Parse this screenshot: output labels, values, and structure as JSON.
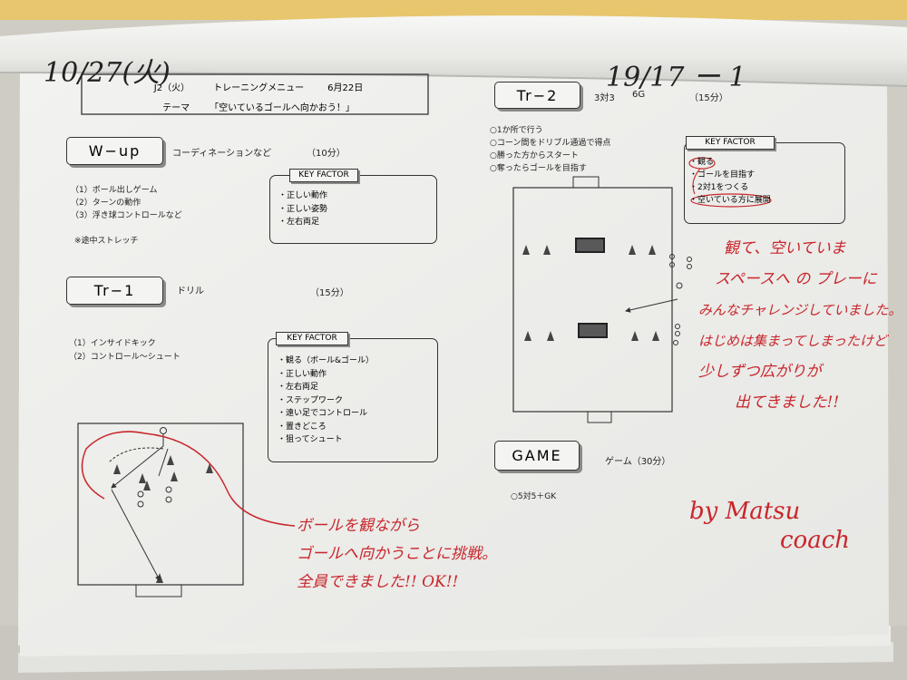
{
  "header": {
    "team": "J2（火）",
    "menu": "トレーニングメニュー",
    "date": "6月22日",
    "theme_label": "テーマ",
    "theme": "「空いているゴールへ向かおう！」"
  },
  "top_handwriting": {
    "left": "10/27(火)",
    "right": "19/17 ー 1"
  },
  "wup": {
    "label": "W−up",
    "desc": "コーディネーションなど",
    "time": "（10分）",
    "items": [
      "（1）ボール出しゲーム",
      "（2）ターンの動作",
      "（3）浮き球コントロールなど"
    ],
    "note": "※途中ストレッチ",
    "key_factor_title": "KEY FACTOR",
    "key_factors": [
      "正しい動作",
      "正しい姿勢",
      "左右両足"
    ]
  },
  "tr1": {
    "label": "Tr−1",
    "desc": "ドリル",
    "time": "（15分）",
    "items": [
      "（1）インサイドキック",
      "（2）コントロール〜シュート"
    ],
    "key_factor_title": "KEY FACTOR",
    "key_factors": [
      "観る（ボール&ゴール）",
      "正しい動作",
      "左右両足",
      "ステップワーク",
      "遠い足でコントロール",
      "置きどころ",
      "狙ってシュート"
    ]
  },
  "tr2": {
    "label": "Tr−2",
    "desc": "3対3",
    "desc2": "6G",
    "time": "（15分）",
    "rules": [
      "○1か所で行う",
      "○コーン間をドリブル通過で得点",
      "○勝った方からスタート",
      "○奪ったらゴールを目指す"
    ],
    "key_factor_title": "KEY FACTOR",
    "key_factors": [
      "観る",
      "ゴールを目指す",
      "2対1をつくる",
      "空いている方に展開"
    ]
  },
  "game": {
    "label": "GAME",
    "desc": "ゲーム（30分）",
    "rule": "○5対5＋GK"
  },
  "handwritten_notes": {
    "tr1_comment": [
      "ボールを観ながら",
      "ゴールへ向かうことに挑戦。",
      "全員できました!! OK!!"
    ],
    "tr2_comment": [
      "観て、空いていま",
      "スペースへ の プレーに",
      "みんなチャレンジしていました。",
      "はじめは集まってしまったけど",
      "少しずつ広がりが",
      "出てきました!!"
    ],
    "signature": [
      "by Matsu",
      "coach"
    ]
  },
  "colors": {
    "ink_red": "#c8262b",
    "paper": "#f1f1ef",
    "print": "#222222"
  }
}
